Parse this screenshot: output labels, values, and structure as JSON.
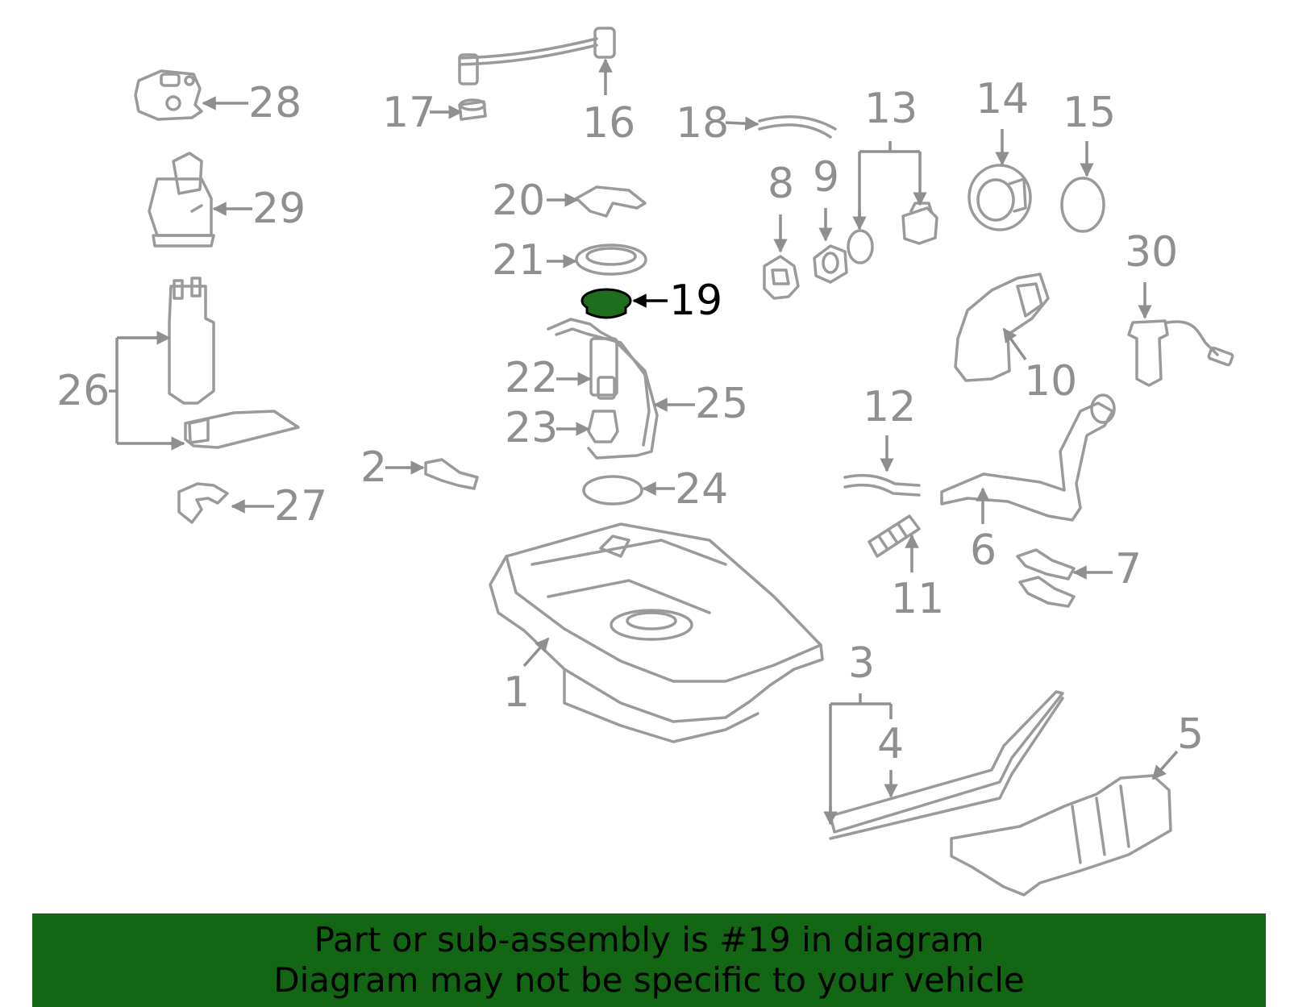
{
  "colors": {
    "part": "#9a9a9a",
    "label": "#8f8f8f",
    "highlight_fill": "#1e6e1e",
    "highlight_label": "#000000",
    "banner_bg": "#136613"
  },
  "highlighted_part": "19",
  "labels": [
    "1",
    "2",
    "3",
    "4",
    "5",
    "6",
    "7",
    "8",
    "9",
    "10",
    "11",
    "12",
    "13",
    "14",
    "15",
    "16",
    "17",
    "18",
    "19",
    "20",
    "21",
    "22",
    "23",
    "24",
    "25",
    "26",
    "27",
    "28",
    "29",
    "30"
  ],
  "banner": {
    "line1": "Part or sub-assembly is #19 in diagram",
    "line2": "Diagram may not be specific to your vehicle"
  }
}
